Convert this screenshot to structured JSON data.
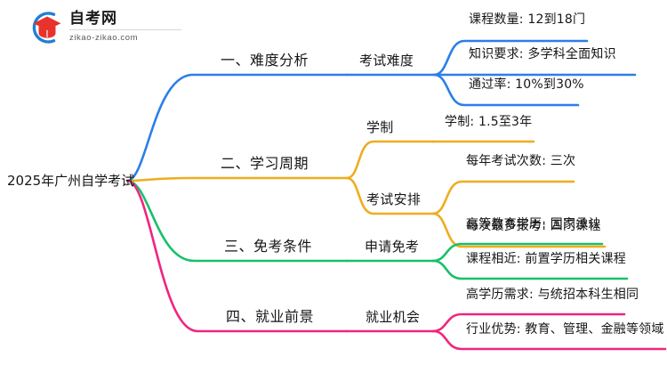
{
  "logo": {
    "name_cn": "自考网",
    "url": "zikao-zikao.com",
    "mark_icon": "graduation-cap-icon",
    "arc_color": "#1f7fd8",
    "cap_color": "#e8322c"
  },
  "mindmap": {
    "root": {
      "label": "2025年广州自学考试"
    },
    "branches": [
      {
        "id": "difficulty",
        "color": "#2a7fe8",
        "level1": "一、难度分析",
        "groups": [
          {
            "level2": "考试难度",
            "leaves": [
              "课程数量: 12到18门",
              "知识要求: 多学科全面知识",
              "通过率: 10%到30%"
            ]
          }
        ]
      },
      {
        "id": "study-cycle",
        "color": "#eead1e",
        "level1": "二、学习周期",
        "groups": [
          {
            "level2": "学制",
            "leaves": [
              "学制: 1.5至3年"
            ]
          },
          {
            "level2": "考试安排",
            "leaves": [
              "每年考试次数: 三次",
              "每次最多报考: 四门课程"
            ]
          }
        ]
      },
      {
        "id": "exemption",
        "color": "#19c06a",
        "level1": "三、免考条件",
        "groups": [
          {
            "level2": "申请免考",
            "leaves": [
              "高等教育学历: 国家承认",
              "课程相近: 前置学历相关课程"
            ]
          }
        ]
      },
      {
        "id": "employment",
        "color": "#f0257f",
        "level1": "四、就业前景",
        "groups": [
          {
            "level2": "就业机会",
            "leaves": [
              "高学历需求: 与统招本科生相同",
              "行业优势: 教育、管理、金融等领域"
            ]
          }
        ]
      }
    ]
  },
  "chart_data": {
    "type": "diagram",
    "title": "2025年广州自学考试",
    "layout": "mindmap-horizontal-right",
    "nodes": [
      {
        "level": 0,
        "label": "2025年广州自学考试",
        "color": "#161616"
      },
      {
        "level": 1,
        "label": "一、难度分析",
        "color": "#2a7fe8"
      },
      {
        "level": 2,
        "label": "考试难度",
        "color": "#2a7fe8"
      },
      {
        "level": 3,
        "label": "课程数量: 12到18门",
        "color": "#2a7fe8"
      },
      {
        "level": 3,
        "label": "知识要求: 多学科全面知识",
        "color": "#2a7fe8"
      },
      {
        "level": 3,
        "label": "通过率: 10%到30%",
        "color": "#2a7fe8"
      },
      {
        "level": 1,
        "label": "二、学习周期",
        "color": "#eead1e"
      },
      {
        "level": 2,
        "label": "学制",
        "color": "#eead1e"
      },
      {
        "level": 3,
        "label": "学制: 1.5至3年",
        "color": "#eead1e"
      },
      {
        "level": 2,
        "label": "考试安排",
        "color": "#eead1e"
      },
      {
        "level": 3,
        "label": "每年考试次数: 三次",
        "color": "#eead1e"
      },
      {
        "level": 3,
        "label": "每次最多报考: 四门课程",
        "color": "#eead1e"
      },
      {
        "level": 1,
        "label": "三、免考条件",
        "color": "#19c06a"
      },
      {
        "level": 2,
        "label": "申请免考",
        "color": "#19c06a"
      },
      {
        "level": 3,
        "label": "高等教育学历: 国家承认",
        "color": "#19c06a"
      },
      {
        "level": 3,
        "label": "课程相近: 前置学历相关课程",
        "color": "#19c06a"
      },
      {
        "level": 1,
        "label": "四、就业前景",
        "color": "#f0257f"
      },
      {
        "level": 2,
        "label": "就业机会",
        "color": "#f0257f"
      },
      {
        "level": 3,
        "label": "高学历需求: 与统招本科生相同",
        "color": "#f0257f"
      },
      {
        "level": 3,
        "label": "行业优势: 教育、管理、金融等领域",
        "color": "#f0257f"
      }
    ]
  }
}
